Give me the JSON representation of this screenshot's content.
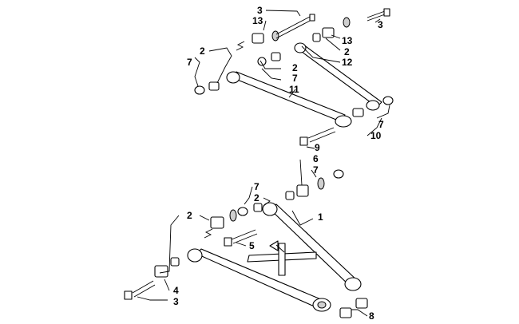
{
  "callouts": {
    "upper_bolt_left": "3",
    "upper_sleeve_left": "13",
    "upper_bolt_right": "3",
    "upper_sleeve_right": "13",
    "upper_bushing_right": "2",
    "upper_arm_rear": "12",
    "upper_bushing_left": "2",
    "upper_nut_left": "7",
    "upper_bushing_mid": "2",
    "upper_nut_mid": "7",
    "upper_arm_front": "11",
    "upper_nut_right": "7",
    "upper_ball_joint_bolt_nut": "10",
    "upper_ball_joint_bolt": "9",
    "lower_sleeve": "6",
    "lower_nut_top": "7",
    "lower_nut_mid": "7",
    "lower_bushing_mid": "2",
    "lower_arm": "1",
    "lower_bushing_left": "2",
    "lower_bolt_mid": "5",
    "lower_sleeve_left": "4",
    "lower_bolt_left": "3",
    "lower_bushing_bottom": "8"
  }
}
